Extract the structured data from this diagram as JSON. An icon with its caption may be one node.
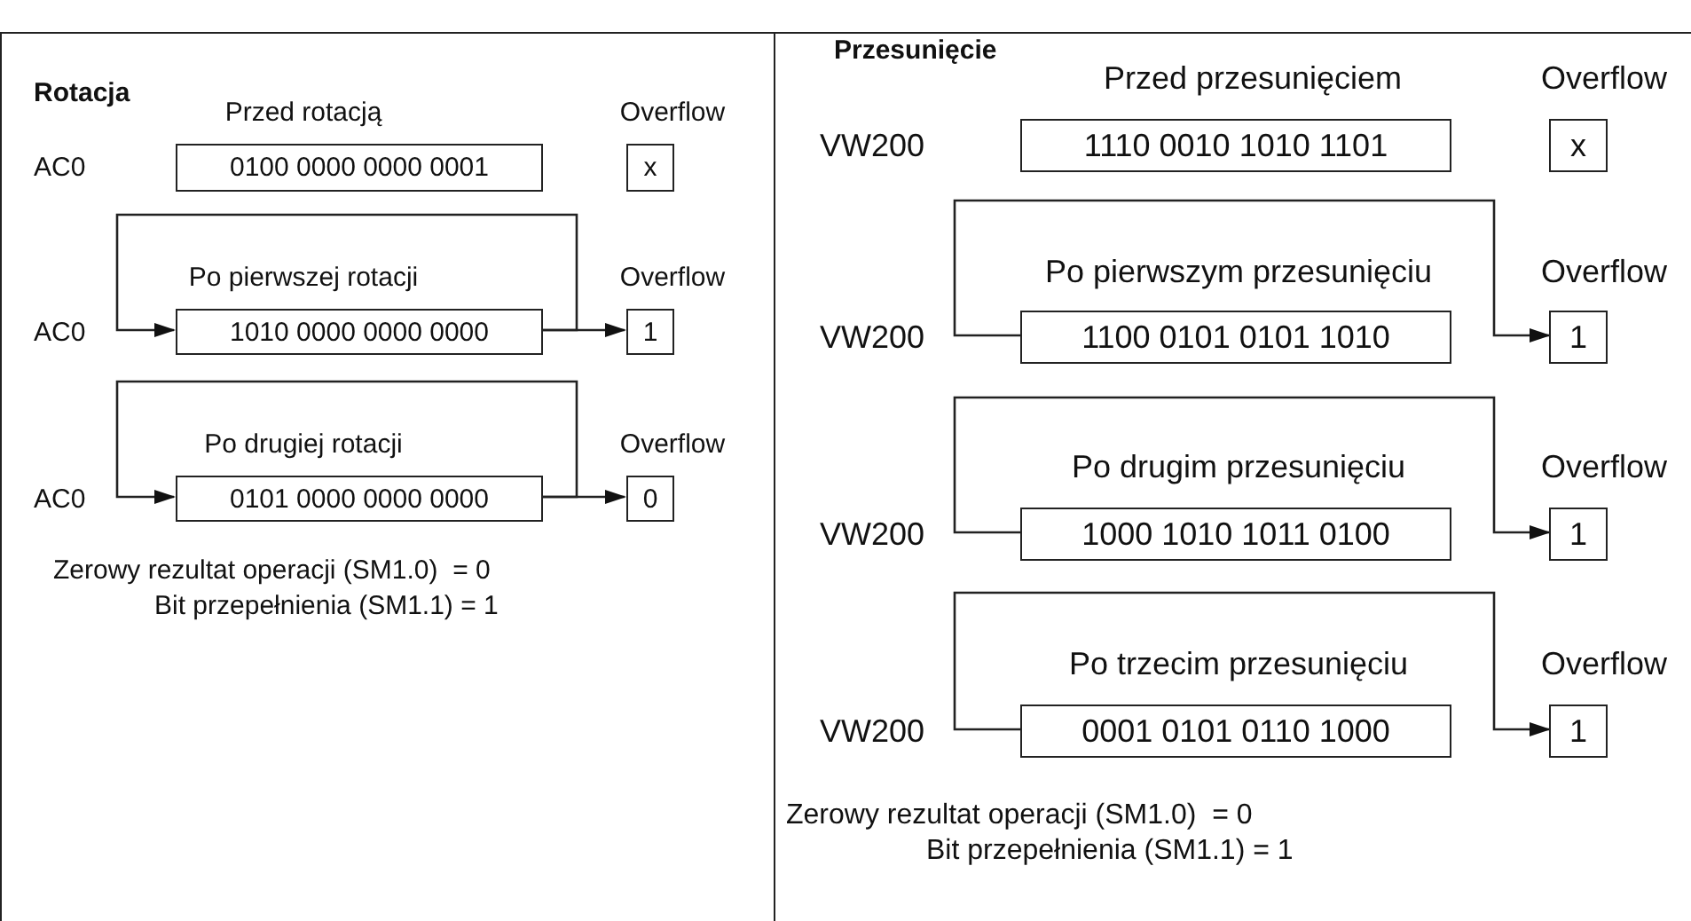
{
  "diagram": {
    "nodes": [
      {
        "text": [
          "Rotacja"
        ]
      },
      {
        "text": [
          "0100 0000 0000 0001"
        ],
        "in": 0,
        "beside": [
          "Przed rotacją",
          "AC0"
        ]
      },
      {
        "text": [
          "x"
        ],
        "in": 0,
        "beside": [
          "Overflow"
        ]
      },
      {
        "text": [
          "1010 0000 0000 0000"
        ],
        "in": 0,
        "beside": [
          "Po pierwszej rotacji",
          "AC0"
        ]
      },
      {
        "text": [
          "1"
        ],
        "in": 0,
        "beside": [
          "Overflow"
        ]
      },
      {
        "text": [
          "0101 0000 0000 0000"
        ],
        "in": 0,
        "beside": [
          "Po drugiej rotacji",
          "AC0"
        ]
      },
      {
        "text": [
          "0"
        ],
        "in": 0,
        "beside": [
          "Overflow"
        ]
      },
      {
        "text": [
          "Przesunięcie"
        ]
      },
      {
        "text": [
          "1110 0010 1010 1101"
        ],
        "in": 7,
        "beside": [
          "Przed przesunięciem",
          "VW200"
        ]
      },
      {
        "text": [
          "x"
        ],
        "in": 7,
        "beside": [
          "Overflow"
        ]
      },
      {
        "text": [
          "1100 0101 0101 1010"
        ],
        "in": 7,
        "beside": [
          "Po pierwszym przesunięciu",
          "VW200"
        ]
      },
      {
        "text": [
          "1"
        ],
        "in": 7,
        "beside": [
          "Overflow"
        ]
      },
      {
        "text": [
          "1000 1010 1011 0100"
        ],
        "in": 7,
        "beside": [
          "Po drugim przesunięciu",
          "VW200"
        ]
      },
      {
        "text": [
          "1"
        ],
        "in": 7,
        "beside": [
          "Overflow"
        ]
      },
      {
        "text": [
          "0001 0101 0110 1000"
        ],
        "in": 7,
        "beside": [
          "Po trzecim przesunięciu",
          "VW200"
        ]
      },
      {
        "text": [
          "1"
        ],
        "in": 7,
        "beside": [
          "Overflow"
        ]
      }
    ],
    "edges": [
      {
        "from": 3,
        "to": 3,
        "arrow": "to"
      },
      {
        "from": 3,
        "to": 4,
        "arrow": "to"
      },
      {
        "from": 5,
        "to": 5,
        "arrow": "to"
      },
      {
        "from": 5,
        "to": 6,
        "arrow": "to"
      },
      {
        "from": 10,
        "to": 11,
        "arrow": "to"
      },
      {
        "from": 12,
        "to": 13,
        "arrow": "to"
      },
      {
        "from": 14,
        "to": 15,
        "arrow": "to"
      }
    ],
    "labels": [
      "Zerowy rezultat operacji (SM1.0)  = 0",
      "Bit przepełnienia (SM1.1) = 1",
      "Zerowy rezultat operacji (SM1.0)  = 0",
      "Bit przepełnienia (SM1.1) = 1"
    ]
  }
}
